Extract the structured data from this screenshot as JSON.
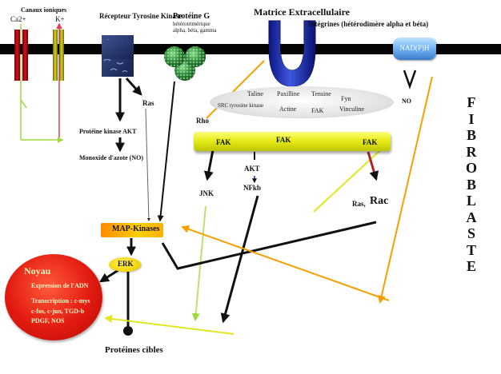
{
  "membrane_labels": {
    "canaux_ioniques": "Canaux ioniques",
    "ca": "Ca2+",
    "k": "K+",
    "recepteur": "Récepteur Tyrosine Kinase",
    "proteine_g": "Protéine G",
    "proteine_g_sub1": "hétérotrimérique",
    "proteine_g_sub2": "alpha, béta, gamma",
    "matrice": "Matrice Extracellulaire",
    "integrines": "Intégrines (hétérodimère alpha et béta)",
    "nad": "NAD(P)H"
  },
  "pathway_labels": {
    "ras": "Ras",
    "akt_proteine": "Protéine kinase AKT",
    "no_monoxide": "Monoxide d'azote (NO)",
    "rho": "Rho",
    "no": "NO",
    "jnk": "JNK",
    "akt": "AKT",
    "nfkb": "NFkb",
    "ras_small": "Ras,",
    "rac": "Rac",
    "map_kinases": "MAP-Kinases",
    "erk": "ERK",
    "proteines_cibles": "Protéines cibles"
  },
  "complex": {
    "row1": [
      "Taline",
      "Paxilline",
      "Tensine"
    ],
    "src": "SRC tyrosine kinase",
    "actine": "Actine",
    "fak": "FAK",
    "fyn": "Fyn",
    "vinculine": "Vinculine"
  },
  "fak_bar": {
    "left": "FAK",
    "center": "FAK",
    "right": "FAK"
  },
  "noyau": {
    "title": "Noyau",
    "line1": "Expression de l'ADN",
    "line2": "Transcription : c-mys",
    "line3": "c-fos, c-jun, TGD-b",
    "line4": "PDGF, NOS"
  },
  "side_word": "FIBROBLASTE",
  "colors": {
    "membrane": "#050505",
    "noyau": "#e21a10",
    "fak_bar": "#e7ec1a",
    "map_kinases": "#ffb000",
    "erk": "#f2d000",
    "orange_arrow": "#f5a000",
    "yellow_arrow": "#e8ee2a",
    "green_arrow": "#9ed93a",
    "integrin": "#1c2fa8",
    "protein_g": "#2e8b3a"
  },
  "icons": {
    "recepteur": "receptor-tyrosine-kinase-icon",
    "proteine_g": "protein-g-cluster-icon",
    "integrines": "integrin-horseshoe-icon",
    "canaux": "ion-channel-icon"
  }
}
